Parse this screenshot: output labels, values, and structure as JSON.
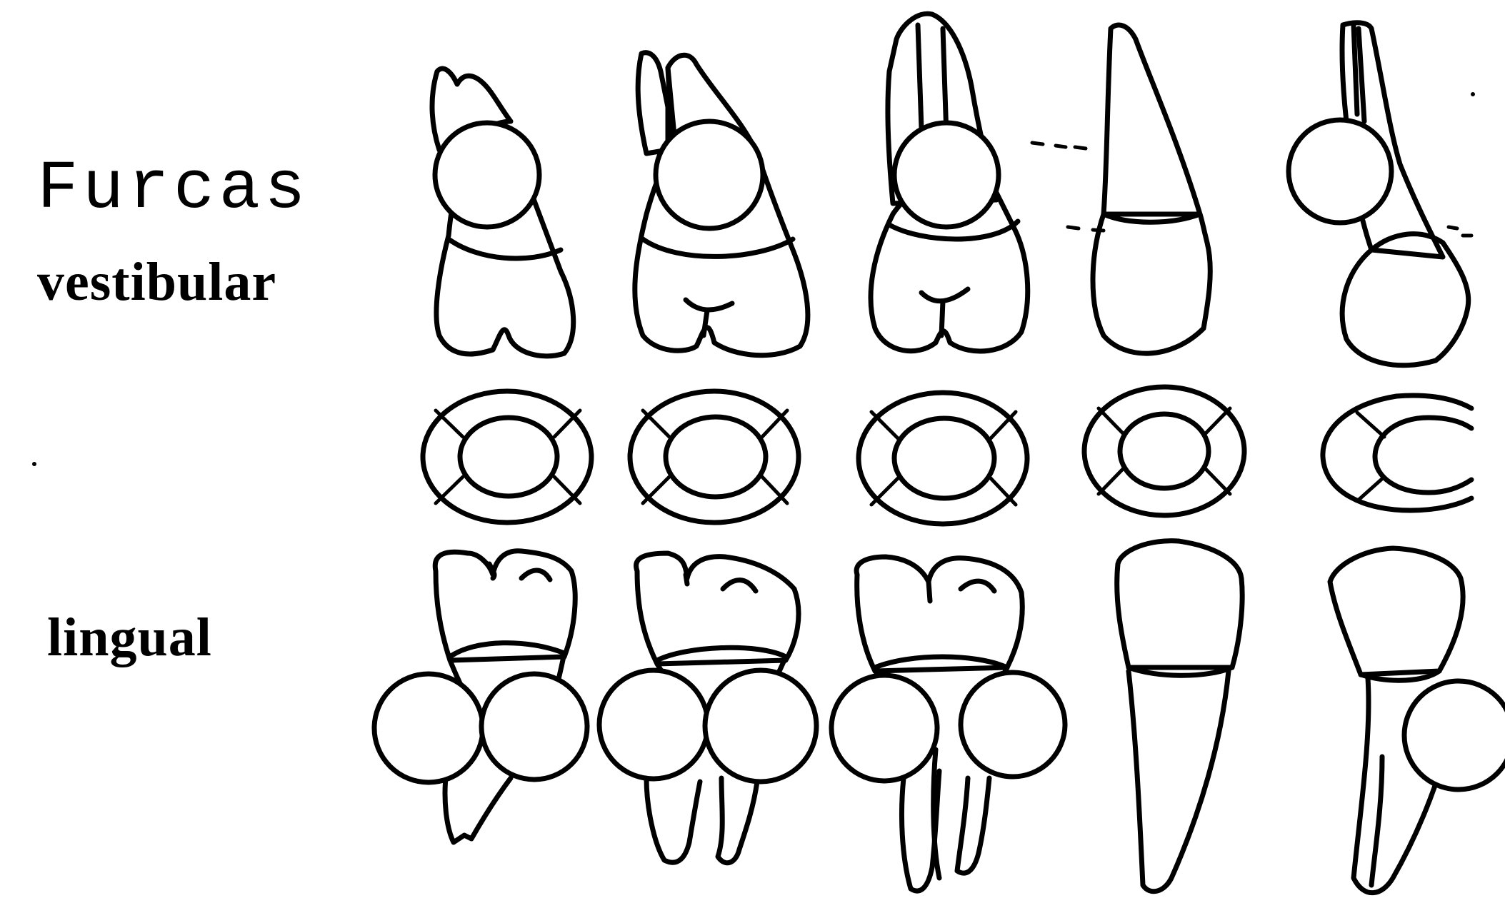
{
  "labels": {
    "furcas": "Furcas",
    "vestibular": "vestibular",
    "lingual": "lingual"
  },
  "colors": {
    "ink": "#000000",
    "background": "#ffffff"
  }
}
